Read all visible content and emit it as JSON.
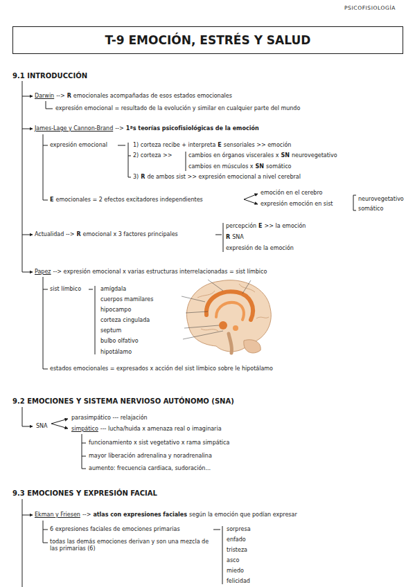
{
  "diagram": {
    "title": "T-9 EMOCIÓN, ESTRÉS Y SALUD",
    "labels": [
      "PSICOFISIOLOGÍA",
      "9.1 INTRODUCCIÓN",
      "Darwin",
      "-->",
      "R",
      "emocionales acompañadas de esos estados emocionales",
      "expresión emocional = resultado de la evolución y similar en cualquier parte del mundo",
      "James-Lage y Cannon-Brand",
      "-->",
      "1ªs teorías psicofisiológicas de la emoción",
      "expresión emocional",
      "1) corteza recibe + interpreta",
      "E",
      "sensoriales >> emoción",
      "2) corteza >>",
      "cambios en órganos viscerales x",
      "SN",
      "neurovegetativo",
      "cambios en músculos x",
      "SN",
      "somático",
      "3)",
      "R",
      "de ambos sist >> expresión emocional a nivel cerebral",
      "E",
      "emocionales = 2 efectos excitadores independientes",
      "emoción en el cerebro",
      "expresión emoción en sist",
      "neurovegetativo",
      "somático",
      "Actualidad -->",
      "R",
      "emocional x 3 factores principales",
      "percepción",
      "E",
      ">> la emoción",
      "R",
      "SNA",
      "expresión de la emoción",
      "Papez",
      "--> expresión emocional x varias estructuras interrelacionadas = sist límbico",
      "sist límbico",
      "amígdala",
      "cuerpos mamilares",
      "hipocampo",
      "corteza cingulada",
      "septum",
      "bulbo olfativo",
      "hipotálamo",
      "estados emocionales = expresados x acción del sist límbico sobre le hipotálamo",
      "9.2 EMOCIONES Y SISTEMA NERVIOSO AUTÓNOMO (SNA)",
      "SNA",
      "parasimpático --- relajación",
      "simpático",
      "--- lucha/huida x amenaza real o imaginaria",
      "funcionamiento x sist vegetativo x rama simpática",
      "mayor liberación adrenalina y noradrenalina",
      "aumento: frecuencia cardiaca, sudoración...",
      "9.3 EMOCIONES Y EXPRESIÓN FACIAL",
      "Ekman y Friesen",
      "-->",
      "atlas con expresiones faciales",
      "según la emoción que podían expresar",
      "6 expresiones faciales de emociones primarias",
      "todas las demás emociones derivan y son una mezcla de las primarias (6)",
      "sorpresa",
      "enfado",
      "tristeza",
      "asco",
      "miedo",
      "felicidad"
    ]
  }
}
